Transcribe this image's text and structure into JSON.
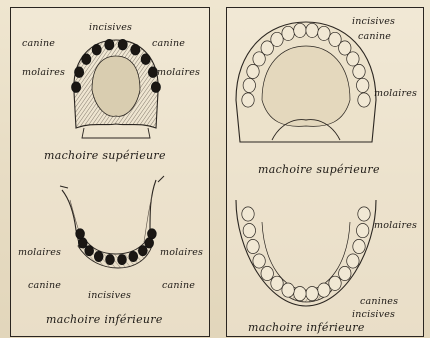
{
  "colors": {
    "paper": "#e9dfc7",
    "ink": "#1e1a16",
    "tooth_dark": "#1b1713"
  },
  "left": {
    "upper": {
      "incisives": "incisives",
      "canine_left": "canine",
      "canine_right": "canine",
      "molaires_left": "molaires",
      "molaires_right": "molaires",
      "caption": "machoire supérieure"
    },
    "lower": {
      "molaires_left": "molaires",
      "molaires_right": "molaires",
      "canine_left": "canine",
      "canine_right": "canine",
      "incisives": "incisives",
      "caption": "machoire inférieure"
    }
  },
  "right": {
    "upper": {
      "incisives": "incisives",
      "canine": "canine",
      "molaires": "molaires",
      "caption": "machoire supérieure"
    },
    "lower": {
      "molaires": "molaires",
      "canines": "canines",
      "incisives": "incisives",
      "caption": "machoire inférieure"
    }
  }
}
